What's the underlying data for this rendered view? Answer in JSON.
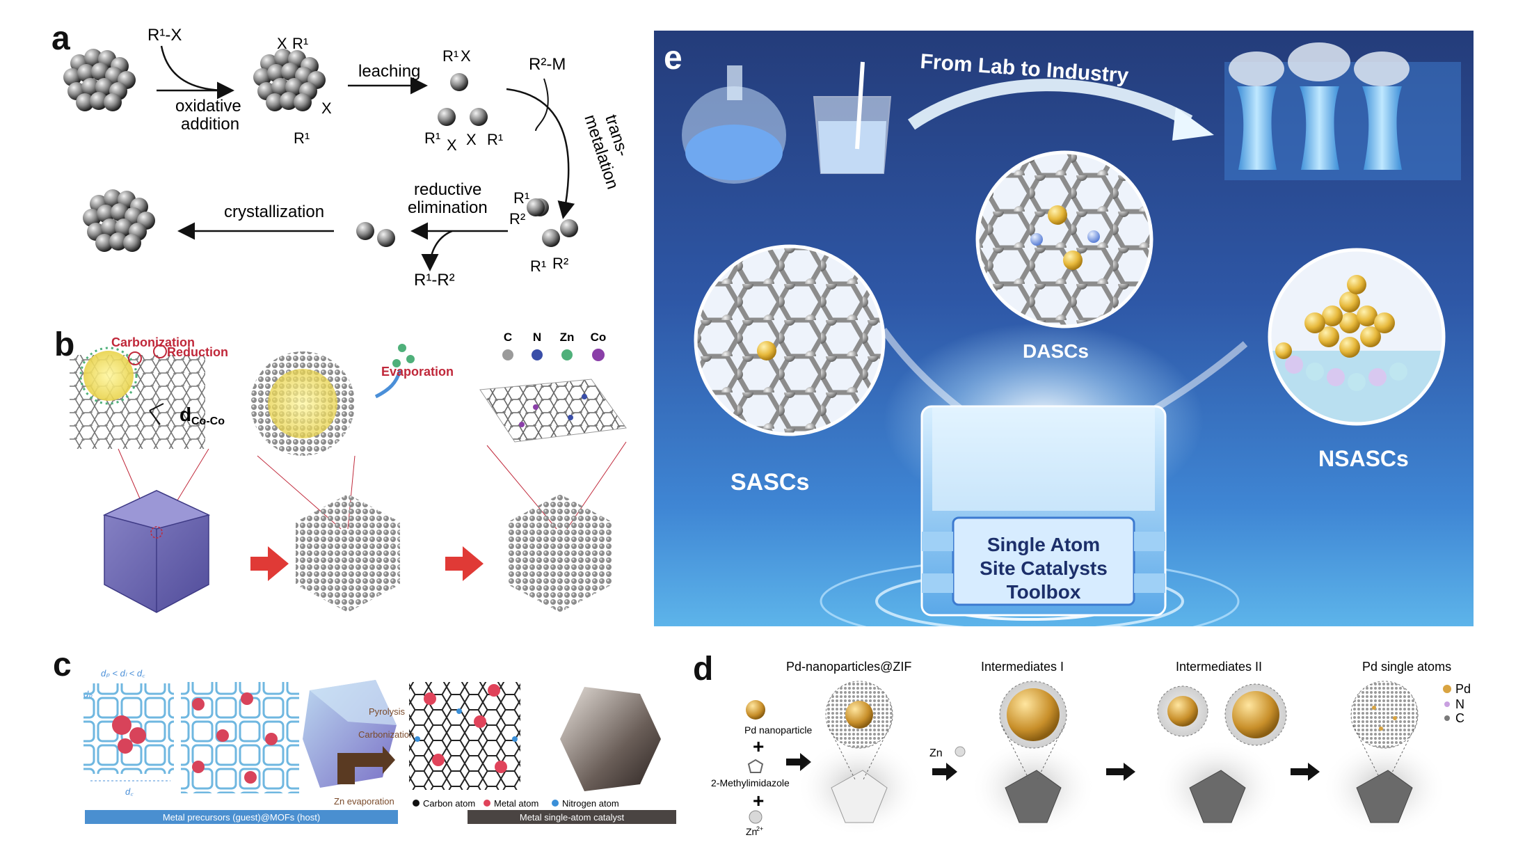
{
  "panels": {
    "a": {
      "label": "a",
      "reactant1": "R¹-X",
      "oxidative_addition": [
        "oxidative",
        "addition"
      ],
      "leaching": "leaching",
      "reactant2": "R²-M",
      "transmetalation": [
        "trans-",
        "metalation"
      ],
      "reductive_elimination": [
        "reductive",
        "elimination"
      ],
      "crystallization": "crystallization",
      "product": "R¹-R²",
      "atom_labels": {
        "x": "X",
        "r1": "R¹",
        "r2": "R²"
      }
    },
    "b": {
      "label": "b",
      "carbonization": "Carbonization",
      "reduction": "Reduction",
      "evaporation": "Evaporation",
      "distance": "d",
      "distance_sub": "Co-Co",
      "legend": [
        {
          "label": "C",
          "color": "#9a9a9a"
        },
        {
          "label": "N",
          "color": "#3a4ea8"
        },
        {
          "label": "Zn",
          "color": "#4fb07a"
        },
        {
          "label": "Co",
          "color": "#8a3fa8"
        }
      ]
    },
    "c": {
      "label": "c",
      "dim_top": "dₚ < dₗ < d꜀",
      "dim_side": "dₚ",
      "dim_bottom": "d꜀",
      "pyrolysis": "Pyrolysis",
      "carbonization": "Carbonization",
      "zn_evaporation": "Zn evaporation",
      "bar_left": "Metal precursors (guest)@MOFs (host)",
      "bar_right": "Metal single-atom catalyst",
      "legend": [
        {
          "label": "Carbon atom",
          "color": "#111111"
        },
        {
          "label": "Metal atom",
          "color": "#e0435a"
        },
        {
          "label": "Nitrogen atom",
          "color": "#3a8fd8"
        }
      ]
    },
    "d": {
      "label": "d",
      "pd_nanoparticle": "Pd nanoparticle",
      "methylimidazole": "2-Methylimidazole",
      "zn_ion": "Zn",
      "zn_ion_charge": "2+",
      "plus": "+",
      "zn": "Zn",
      "titles": [
        "Pd-nanoparticles@ZIF",
        "Intermediates I",
        "Intermediates II",
        "Pd single atoms"
      ],
      "legend": [
        {
          "label": "Pd",
          "color": "#d9a441"
        },
        {
          "label": "N",
          "color": "#c9a0e0"
        },
        {
          "label": "C",
          "color": "#7a7a7a"
        }
      ]
    },
    "e": {
      "label": "e",
      "banner": "From Lab to Industry",
      "sascs": "SASCs",
      "dascs": "DASCs",
      "nsascs": "NSASCs",
      "toolbox": [
        "Single Atom",
        "Site Catalysts",
        "Toolbox"
      ]
    }
  }
}
